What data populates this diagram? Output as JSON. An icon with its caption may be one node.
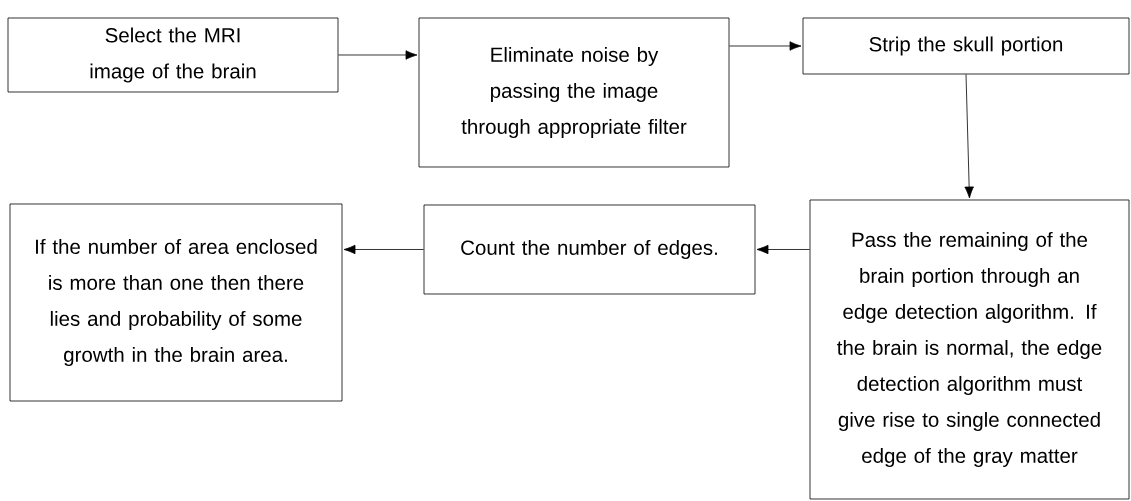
{
  "diagram": {
    "nodes": [
      {
        "text": [
          "Select the MRI image of the brain"
        ]
      },
      {
        "text": [
          "Eliminate noise by passing the image through appropriate filter"
        ]
      },
      {
        "text": [
          "Strip the skull portion"
        ]
      },
      {
        "text": [
          "Pass the remaining of the brain portion through an edge detection algorithm. If the brain is normal, the edge detection algorithm must give rise to single connected edge of the gray matter"
        ]
      },
      {
        "text": [
          "Count the number of edges."
        ]
      },
      {
        "text": [
          "If the number of area enclosed is more than one then there lies and probability of some growth in the brain area."
        ]
      }
    ],
    "edges": [
      {
        "from": 0,
        "to": 1,
        "arrow": "to"
      },
      {
        "from": 1,
        "to": 2,
        "arrow": "to"
      },
      {
        "from": 2,
        "to": 3,
        "arrow": "to"
      },
      {
        "from": 3,
        "to": 4,
        "arrow": "to"
      },
      {
        "from": 4,
        "to": 5,
        "arrow": "to"
      }
    ]
  }
}
